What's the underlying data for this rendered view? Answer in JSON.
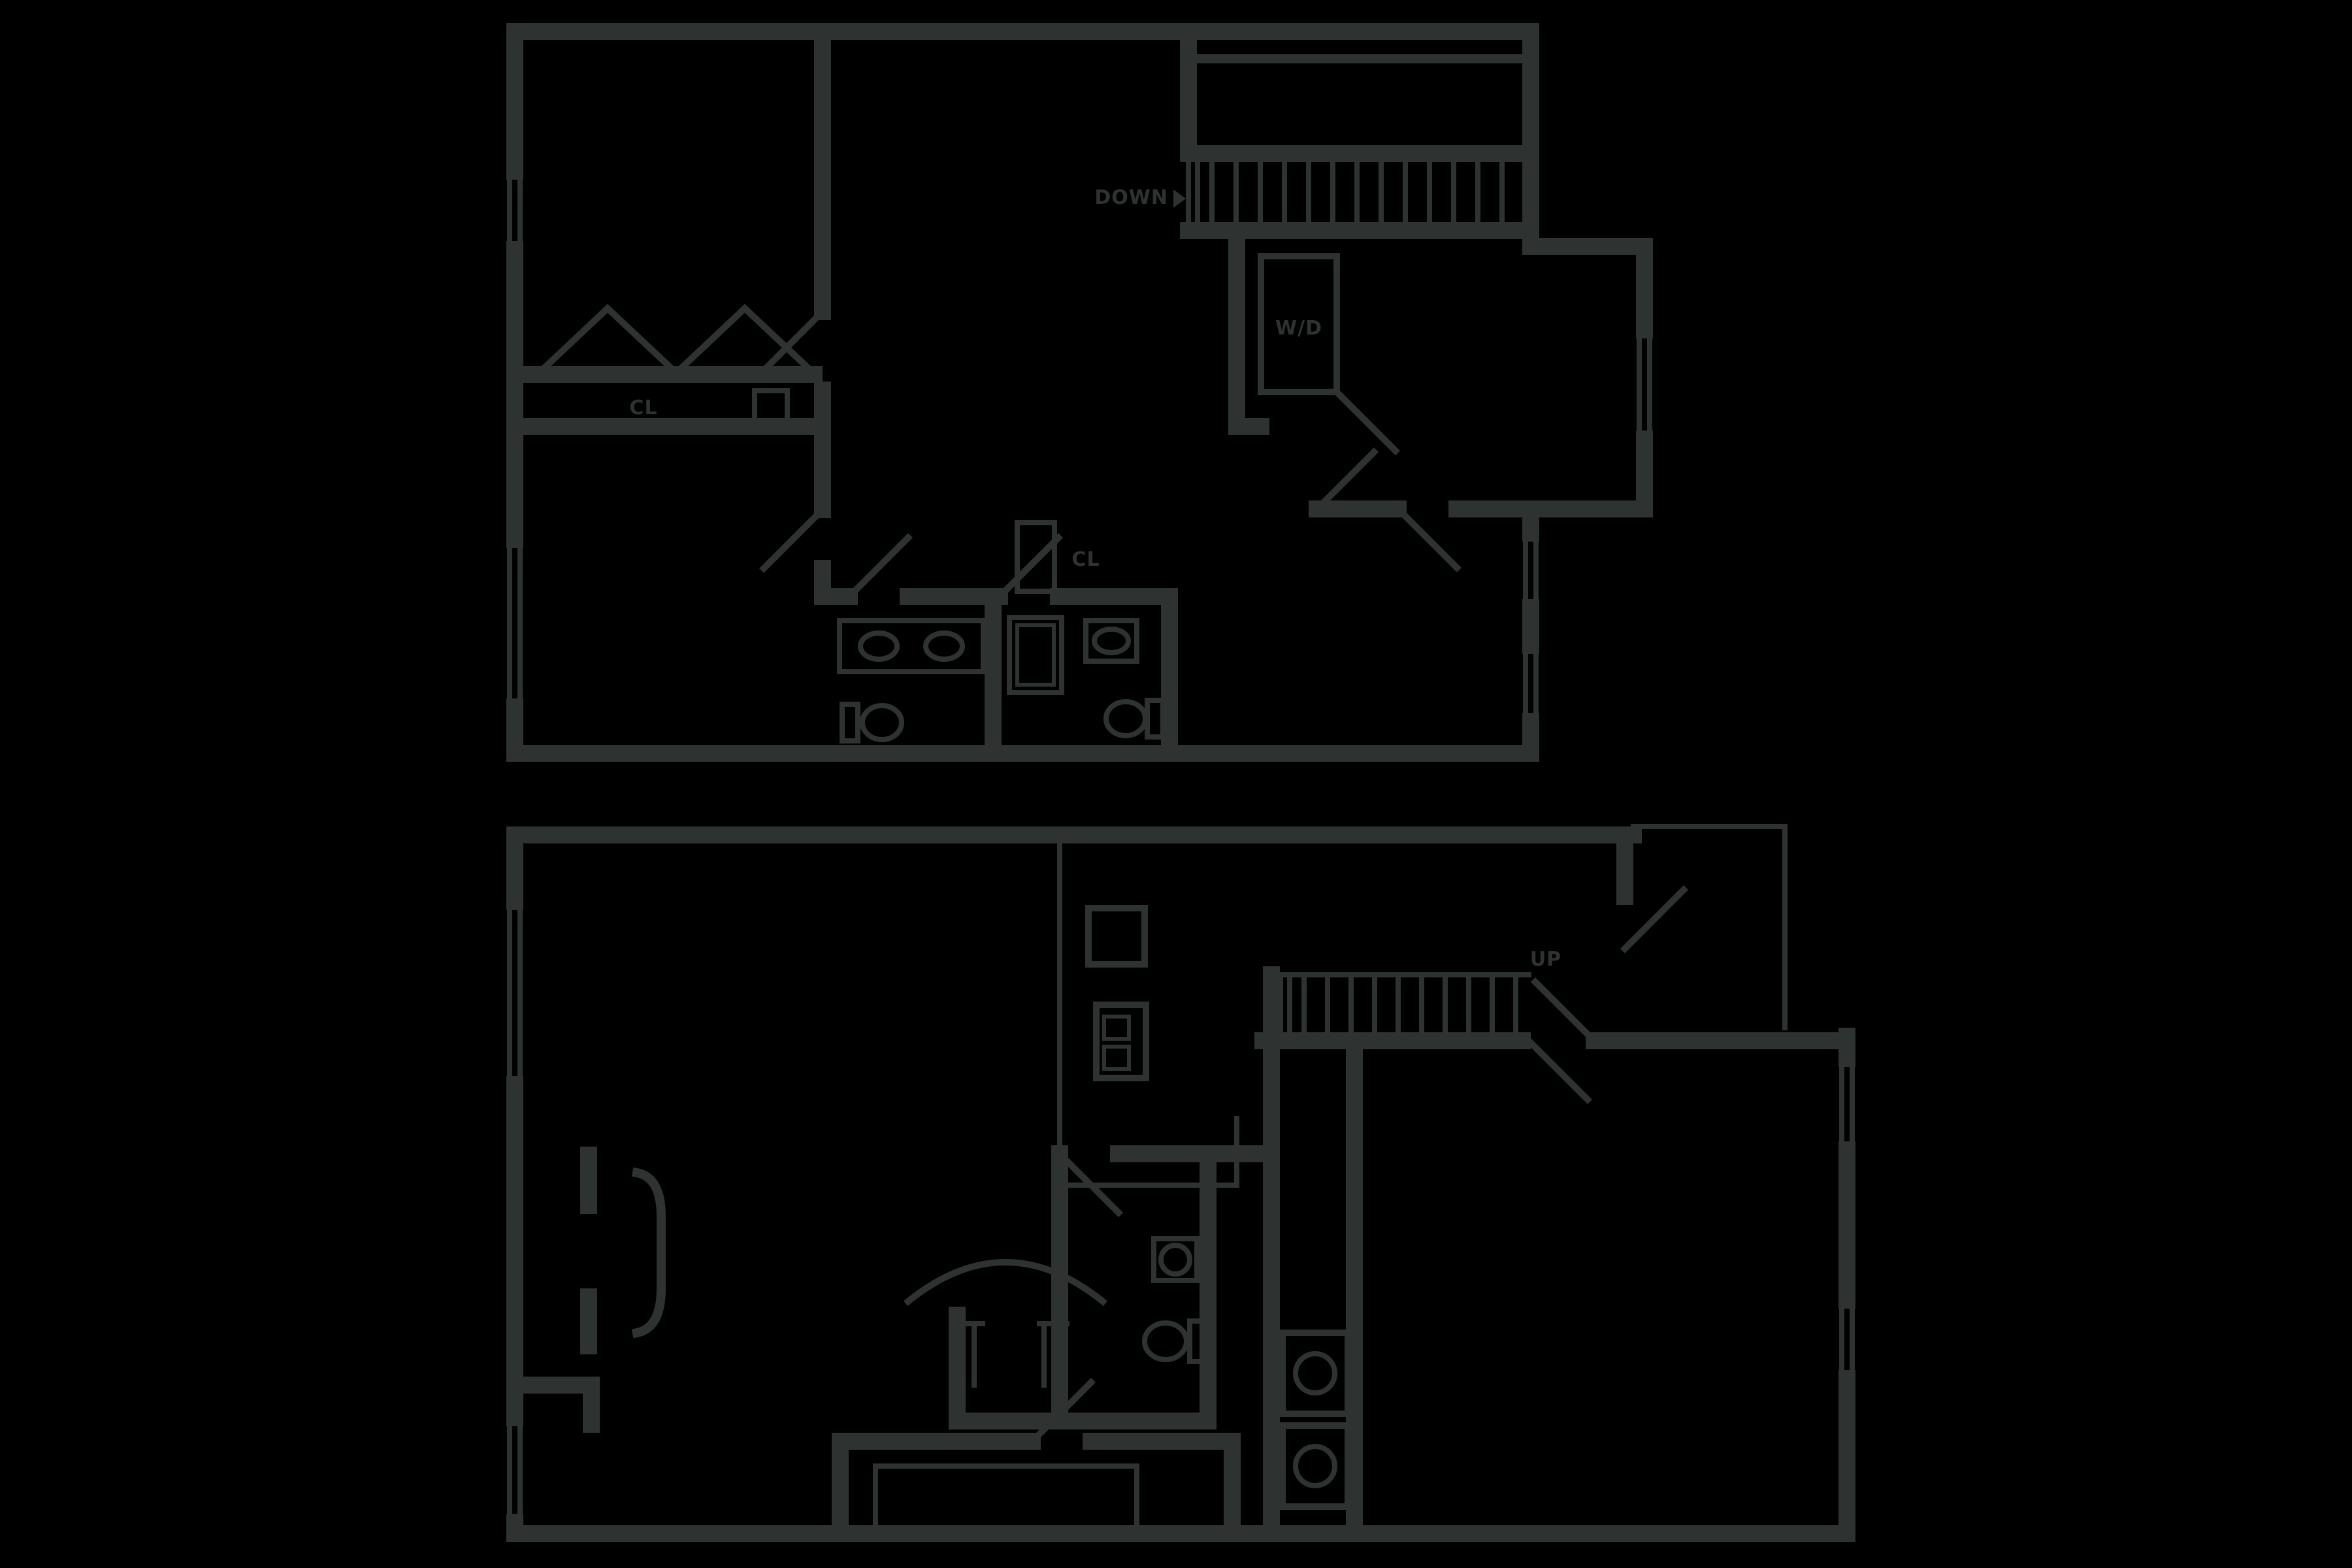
{
  "page": {
    "background": "#000000"
  },
  "diagram": {
    "type": "floor-plan",
    "wall_color": "#2e3332",
    "floors": [
      {
        "name": "upper-floor",
        "labels": {
          "stairs": "DOWN",
          "laundry": "W/D",
          "closet": "CL",
          "linen": "CL"
        },
        "features": [
          "bedroom-top-left",
          "bedroom-middle",
          "bedroom-right",
          "bump-out-bedroom",
          "bathroom-double-vanity",
          "bathroom-hall",
          "laundry-closet",
          "stairs-down",
          "bifold-closets",
          "windows",
          "door-swings"
        ]
      },
      {
        "name": "lower-floor",
        "labels": {
          "stairs": "UP"
        },
        "features": [
          "living-room",
          "arched-opening",
          "kitchen-counter",
          "range",
          "refrigerator",
          "stairs-up",
          "entry-porch",
          "entry-door",
          "bathroom",
          "closet-with-rod",
          "washer-dryer-stack",
          "storage-room",
          "bottom-right-room",
          "windows",
          "door-swings"
        ]
      }
    ]
  }
}
